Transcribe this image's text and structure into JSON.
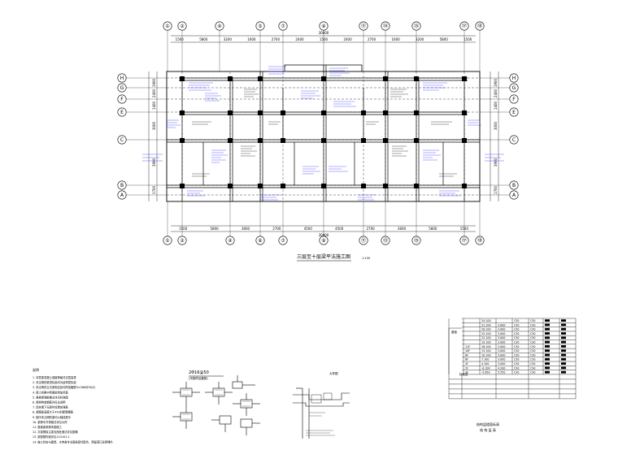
{
  "drawing": {
    "title": "三层至十层梁平法施工图",
    "scale": "1:100",
    "overall_dim_top": "30000",
    "overall_dim_bottom": "30000"
  },
  "axes": {
    "top": [
      "①",
      "②",
      "④",
      "⑤",
      "⑦",
      "⑨",
      "⑪",
      "⑭",
      "⑮",
      "⑰",
      "⑱"
    ],
    "bottom": [
      "①",
      "②",
      "④",
      "⑥",
      "⑦",
      "⑨",
      "⑪",
      "⑬",
      "⑮",
      "⑰",
      "⑱"
    ],
    "left": [
      "H",
      "G",
      "F",
      "E",
      "C",
      "B",
      "A"
    ],
    "right": [
      "H",
      "G",
      "F",
      "E",
      "C",
      "B",
      "A"
    ]
  },
  "dims": {
    "top": [
      "1500",
      "5800",
      "3200",
      "1600",
      "2700",
      "2400",
      "1500",
      "2400",
      "2700",
      "1600",
      "3200",
      "5800",
      "1500"
    ],
    "bottom": [
      "1500",
      "5800",
      "3600",
      "2700",
      "4500",
      "4500",
      "2700",
      "3600",
      "5800",
      "1500"
    ],
    "left": [
      "1900",
      "2400",
      "1400",
      "3000",
      "3900",
      "1700"
    ],
    "right": [
      "1900",
      "2400",
      "1400",
      "3000",
      "3900",
      "1700"
    ]
  },
  "notes": {
    "heading": "说明",
    "lines": [
      "1. 本层梁混凝土强度等级详见层高表",
      "2. 未注明的梁顶标高均为结构层标高",
      "3. 未注明的主次梁相交处均附加箍筋3×2Φ8@50(2)",
      "4. 梁上有集中荷载处附加吊筋",
      "5. 悬挑梁端部做法详见标准图",
      "6. 梁侧构造钢筋详见总说明",
      "7. 填充墙下无梁时设置加强筋",
      "8. 梁腹板高度大于450时配置腰筋",
      "9. 图中未注明的梁均以轴线居中",
      "10. 梁跨中开洞做法详见大样",
      "11. 屋面梁参照本图施工",
      "12. 次梁搭接主梁支座处做法详见图集",
      "13. 梁配筋构造详见11G101-1",
      "14. 施工时应与建筑、水电各专业图纸密切配合，预留洞口及预埋件."
    ]
  },
  "details": {
    "detail_a_label": "2Φ16@50",
    "detail_a_sub": "(吊筋附加箍筋)",
    "detail_b_label": "大样图"
  },
  "storey_table": {
    "caption_top": "结构层楼面标高",
    "caption_bottom": "结 构 层 高",
    "side_label": "屋面",
    "side_label2": "标准层",
    "rows": [
      {
        "floor": "",
        "elev": "34.100",
        "height": "",
        "c1": "C30",
        "c2": "C30"
      },
      {
        "floor": "",
        "elev": "31.100",
        "height": "3.000",
        "c1": "C30",
        "c2": "C30"
      },
      {
        "floor": "",
        "elev": "28.100",
        "height": "3.000",
        "c1": "C30",
        "c2": "C30"
      },
      {
        "floor": "",
        "elev": "25.100",
        "height": "3.000",
        "c1": "C30",
        "c2": "C30"
      },
      {
        "floor": "",
        "elev": "22.100",
        "height": "3.000",
        "c1": "C30",
        "c2": "C30"
      },
      {
        "floor": "",
        "elev": "19.100",
        "height": "3.000",
        "c1": "C30",
        "c2": "C30"
      },
      {
        "floor": "11F",
        "elev": "16.100",
        "height": "3.000",
        "c1": "C30",
        "c2": "C30"
      },
      {
        "floor": "10F",
        "elev": "13.100",
        "height": "3.000",
        "c1": "C30",
        "c2": "C30"
      },
      {
        "floor": "8F",
        "elev": "10.100",
        "height": "3.000",
        "c1": "C30",
        "c2": "C30"
      },
      {
        "floor": "6F",
        "elev": "7.100",
        "height": "3.000",
        "c1": "C30",
        "c2": "C30"
      },
      {
        "floor": "4F",
        "elev": "4.100",
        "height": "3.000",
        "c1": "C30",
        "c2": "C30"
      },
      {
        "floor": "2F",
        "elev": "-0.100",
        "height": "4.200",
        "c1": "C30",
        "c2": "C30"
      },
      {
        "floor": "1F",
        "elev": "-5.650",
        "height": "5.550",
        "c1": "C30",
        "c2": "C30"
      }
    ]
  }
}
